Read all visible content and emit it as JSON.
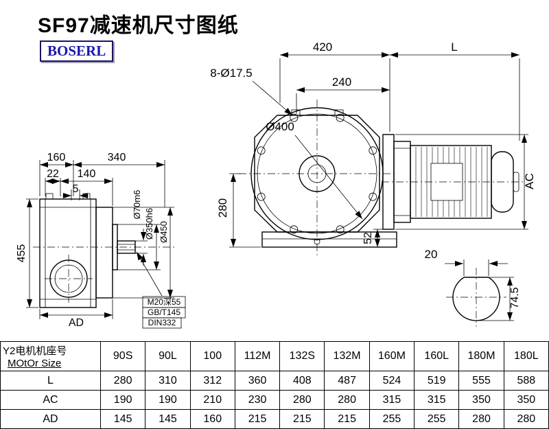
{
  "page": {
    "title": "SF97减速机尺寸图纸",
    "brand": "BOSERL"
  },
  "drawing": {
    "front_view": {
      "width_top": "420",
      "motor_length": "L",
      "bolt_holes": "8-Ø17.5",
      "offset_240": "240",
      "flange_dia": "Ø400",
      "center_height": "280",
      "base_height": "52",
      "motor_height": "AC"
    },
    "side_view": {
      "width_160": "160",
      "width_340": "340",
      "width_22": "22",
      "width_140": "140",
      "width_5": "5",
      "height_455": "455",
      "width_ad": "AD",
      "shaft_dia": "Ø70m6",
      "spigot_dia": "Ø350h6",
      "flange_dia": "Ø450",
      "tap_hole": "M20深55",
      "standard_1": "GB/T145",
      "standard_2": "DIN332"
    },
    "shaft_section": {
      "key_width": "20",
      "section_height": "74.5"
    }
  },
  "table": {
    "header_cn": "Y2电机机座号",
    "header_en": "MOtOr Size",
    "columns": [
      "90S",
      "90L",
      "100",
      "112M",
      "132S",
      "132M",
      "160M",
      "160L",
      "180M",
      "180L"
    ],
    "rows": [
      {
        "label": "L",
        "values": [
          "280",
          "310",
          "312",
          "360",
          "408",
          "487",
          "524",
          "519",
          "555",
          "588"
        ]
      },
      {
        "label": "AC",
        "values": [
          "190",
          "190",
          "210",
          "230",
          "280",
          "280",
          "315",
          "315",
          "350",
          "350"
        ]
      },
      {
        "label": "AD",
        "values": [
          "145",
          "145",
          "160",
          "215",
          "215",
          "215",
          "255",
          "255",
          "280",
          "280"
        ]
      }
    ]
  }
}
